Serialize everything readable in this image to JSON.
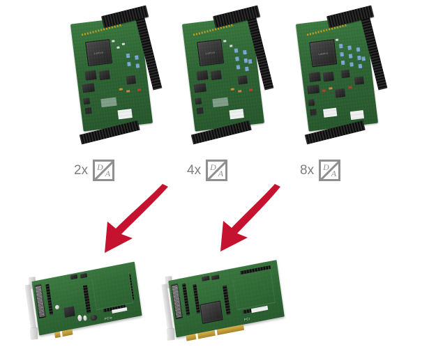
{
  "figure": {
    "background_color": "#ffffff",
    "accent_color": "#c4122f",
    "pcb_color": "#2f6735",
    "label_gray": "#8f8f8f"
  },
  "modules": [
    {
      "name": "module-2x",
      "converter_count_label": "2x",
      "converter_icon": "digital-to-analog-converter-icon",
      "icon_letters": {
        "digital": "D",
        "analog": "A"
      },
      "ic_label": "Lattice"
    },
    {
      "name": "module-4x",
      "converter_count_label": "4x",
      "converter_icon": "digital-to-analog-converter-icon",
      "icon_letters": {
        "digital": "D",
        "analog": "A"
      },
      "ic_label": "Lattice"
    },
    {
      "name": "module-8x",
      "converter_count_label": "8x",
      "converter_icon": "digital-to-analog-converter-icon",
      "icon_letters": {
        "digital": "D",
        "analog": "A"
      },
      "ic_label": "Lattice"
    }
  ],
  "arrows": [
    {
      "name": "arrow-to-pcie-carrier",
      "color": "#c4122f",
      "direction": "down-left"
    },
    {
      "name": "arrow-to-pci-carrier",
      "color": "#c4122f",
      "direction": "down-left"
    }
  ],
  "carriers": [
    {
      "name": "carrier-pcie",
      "bus_label": "PCIe",
      "edge_connector": "short-gold-edge-connector"
    },
    {
      "name": "carrier-pci",
      "bus_label": "PCI",
      "edge_connector": "long-gold-edge-connector"
    }
  ]
}
